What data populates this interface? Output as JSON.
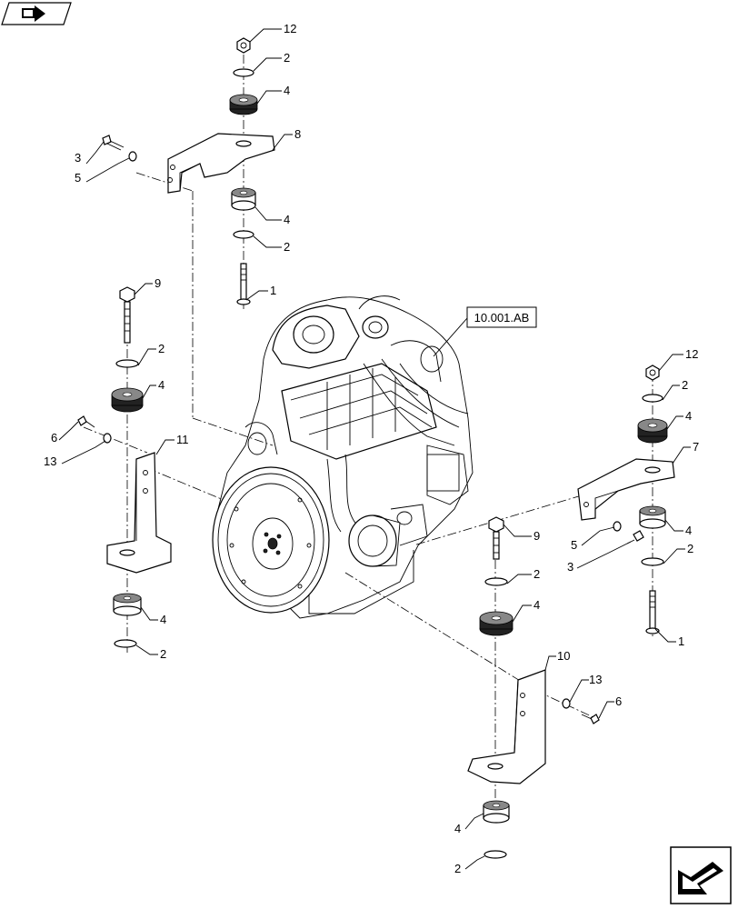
{
  "reference_label": "10.001.AB",
  "callouts": {
    "top_nut": "12",
    "top_washer_a": "2",
    "top_mount_a": "4",
    "top_bracket": "8",
    "top_screw": "3",
    "top_washer_small": "5",
    "top_mount_b": "4",
    "top_washer_b": "2",
    "top_bolt": "1",
    "left_bolt": "9",
    "left_washer_a": "2",
    "left_mount_a": "4",
    "left_screw": "6",
    "left_washer_small": "13",
    "left_bracket": "11",
    "left_mount_b": "4",
    "left_washer_b": "2",
    "right_nut": "12",
    "right_washer_a": "2",
    "right_mount_a": "4",
    "right_bracket": "7",
    "right_washer_small": "5",
    "right_screw": "3",
    "right_mount_b": "4",
    "right_washer_b": "2",
    "right_bolt": "1",
    "center_bolt": "9",
    "center_washer_a": "2",
    "center_mount_a": "4",
    "center_bracket": "10",
    "center_washer_small": "13",
    "center_screw": "6",
    "center_mount_b": "4",
    "center_washer_b": "2"
  },
  "icons": {
    "top_left": "view-toggle-icon",
    "bottom_right": "next-page-arrow-icon"
  }
}
